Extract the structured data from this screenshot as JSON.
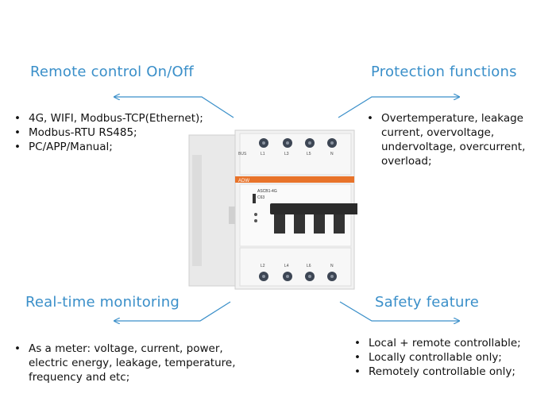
{
  "sections": {
    "remote": {
      "title": "Remote control On/Off",
      "items": [
        "4G, WIFI, Modbus-TCP(Ethernet);",
        "Modbus-RTU RS485;",
        "PC/APP/Manual;"
      ]
    },
    "protection": {
      "title": "Protection functions",
      "items": [
        "Overtemperature, leakage current, overvoltage, undervoltage, overcurrent, overload;"
      ]
    },
    "monitoring": {
      "title": "Real-time monitoring",
      "items": [
        "As a meter: voltage, current, power, electric energy, leakage, temperature, frequency and etc;"
      ]
    },
    "safety": {
      "title": "Safety feature",
      "items": [
        "Local + remote controllable;",
        "Locally controllable only;",
        "Remotely controllable only;"
      ]
    }
  },
  "device": {
    "terminals_top": [
      "L1",
      "L3",
      "L5",
      "N"
    ],
    "terminals_bottom": [
      "L2",
      "L4",
      "L6",
      "N"
    ],
    "brand": "ADW",
    "model": "ASCB1-4G",
    "rating": "C63",
    "bus_label": "BUS",
    "colors": {
      "body": "#f2f2f2",
      "accent": "#e8732a",
      "terminal": "#3d4654",
      "handle": "#2b2b2b",
      "arrow": "#3a8fc9"
    }
  }
}
